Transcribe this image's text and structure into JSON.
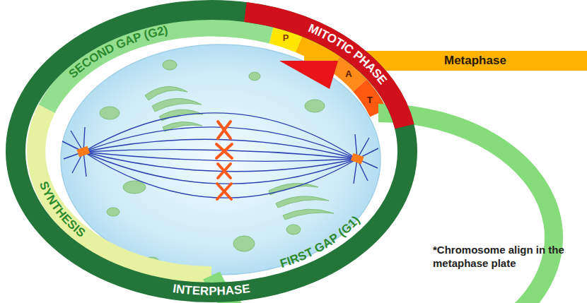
{
  "diagram": {
    "nodes": [
      {
        "text": [
          "Metaphase"
        ]
      }
    ],
    "labels": [
      "SECOND GAP (G2)",
      "MITOTIC PHASE",
      "P",
      "A",
      "T",
      "SYNTHESIS",
      "FIRST GAP (G1)",
      "INTERPHASE",
      "*Chromosome align in the metaphase plate"
    ]
  }
}
